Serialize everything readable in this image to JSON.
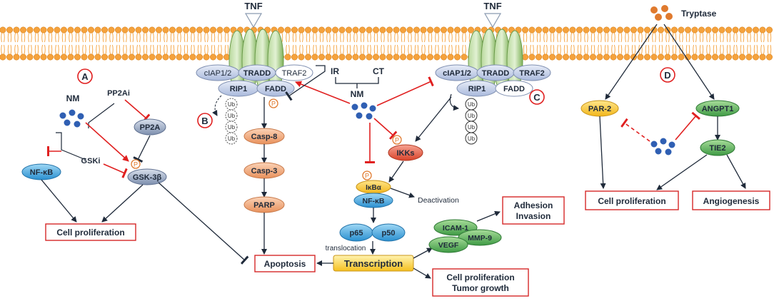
{
  "labels": {
    "tnf": "TNF",
    "tryptase": "Tryptase",
    "panel_a": "A",
    "panel_b": "B",
    "panel_c": "C",
    "panel_d": "D",
    "nm": "NM",
    "pp2ai": "PP2Ai",
    "pp2a": "PP2A",
    "gski": "GSKi",
    "nfkb": "NF-κB",
    "gsk3b": "GSK-3β",
    "p": "P",
    "ciap": "cIAP1/2",
    "tradd": "TRADD",
    "traf2": "TRAF2",
    "rip1": "RIP1",
    "fadd": "FADD",
    "ub": "Ub",
    "casp8": "Casp-8",
    "casp3": "Casp-3",
    "parp": "PARP",
    "ir": "IR",
    "ct": "CT",
    "ikks": "IKKs",
    "ikba": "IκBα",
    "deactivation": "Deactivation",
    "p65": "p65",
    "p50": "p50",
    "translocation": "translocation",
    "transcription": "Transcription",
    "icam1": "ICAM-1",
    "mmp9": "MMP-9",
    "vegf": "VEGF",
    "adhesion": "Adhesion",
    "invasion": "Invasion",
    "apoptosis": "Apoptosis",
    "cell_proliferation": "Cell proliferation",
    "tumor_growth": "Tumor growth",
    "par2": "PAR-2",
    "angpt1": "ANGPT1",
    "tie2": "TIE2",
    "angiogenesis": "Angiogenesis"
  },
  "colors": {
    "membrane": "#F5A23C",
    "receptor_green": "#8FBF6A",
    "blue_node": "#3FA9E0",
    "grey_node": "#8FA0BD",
    "orange_node": "#F0A77A",
    "red_node": "#E8573F",
    "yellow_node": "#F7C533",
    "green_node": "#4CAF50",
    "dot_blue": "#2F5FB3",
    "dot_orange": "#E07A2E",
    "inhibit_red": "#E02020",
    "box_border": "#D62828"
  }
}
